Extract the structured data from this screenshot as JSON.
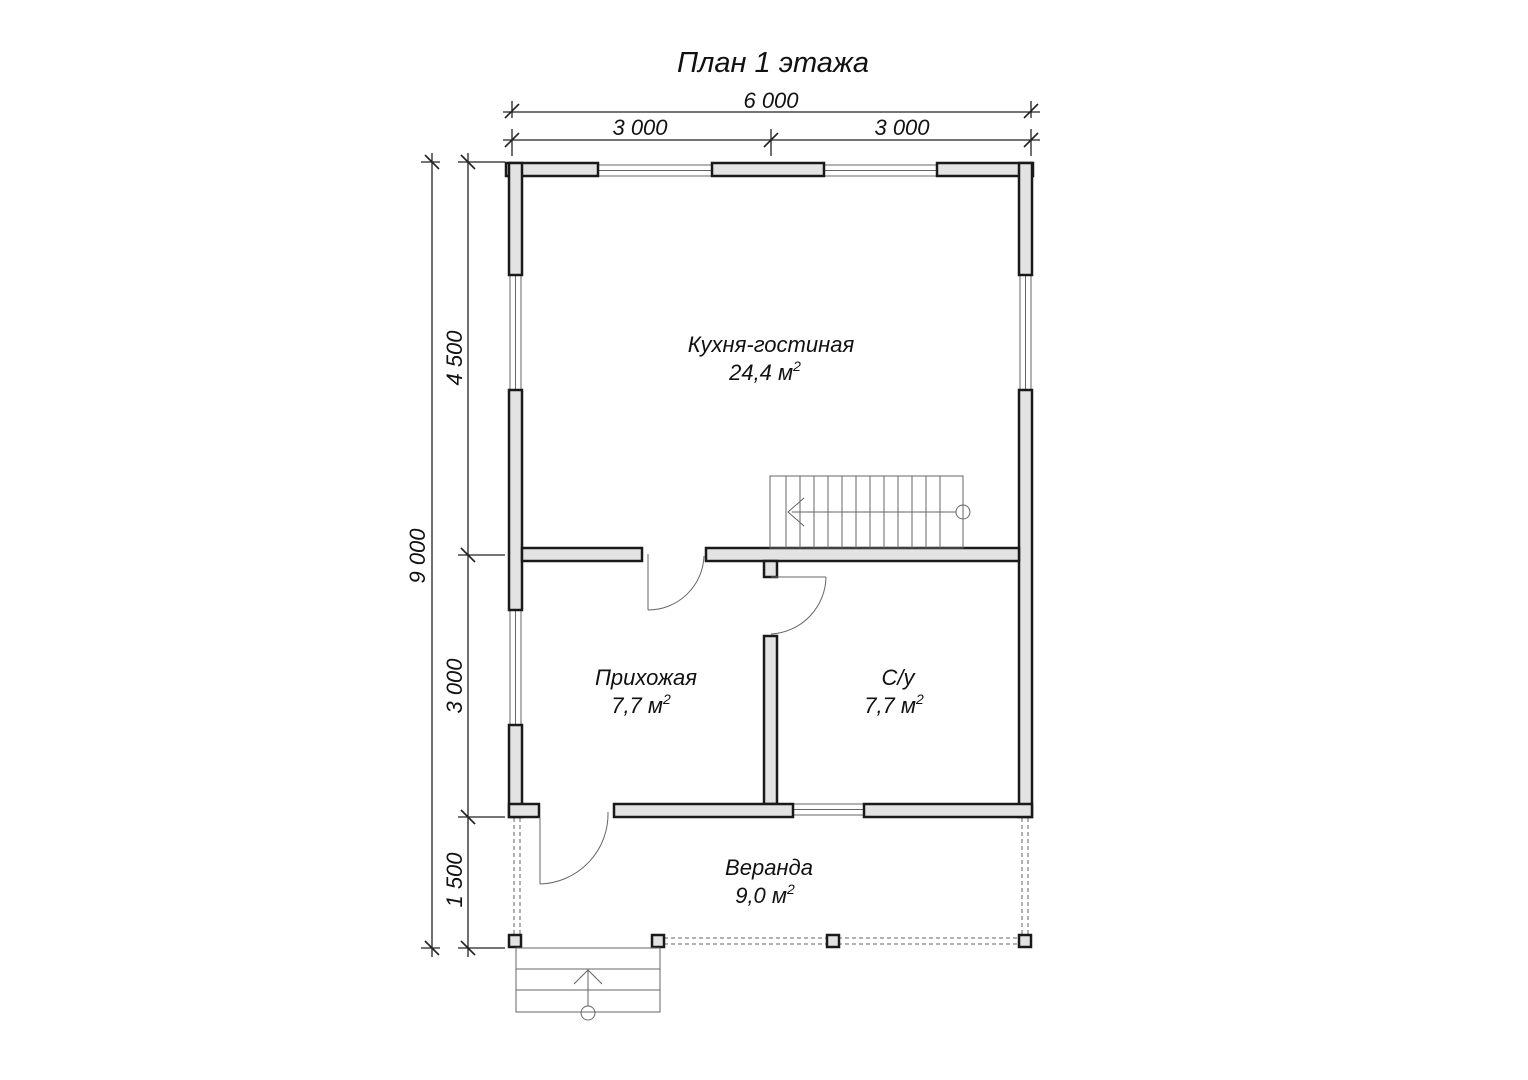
{
  "title": "План 1 этажа",
  "dimensions": {
    "top_total": "6 000",
    "top_left": "3 000",
    "top_right": "3 000",
    "left_total": "9 000",
    "left_top": "4 500",
    "left_middle": "3 000",
    "left_bottom": "1 500"
  },
  "rooms": [
    {
      "name": "Кухня-гостиная",
      "area": "24,4 м",
      "unit_power": "2"
    },
    {
      "name": "Прихожая",
      "area": "7,7 м",
      "unit_power": "2"
    },
    {
      "name": "С/у",
      "area": "7,7 м",
      "unit_power": "2"
    },
    {
      "name": "Веранда",
      "area": "9,0 м",
      "unit_power": "2"
    }
  ]
}
